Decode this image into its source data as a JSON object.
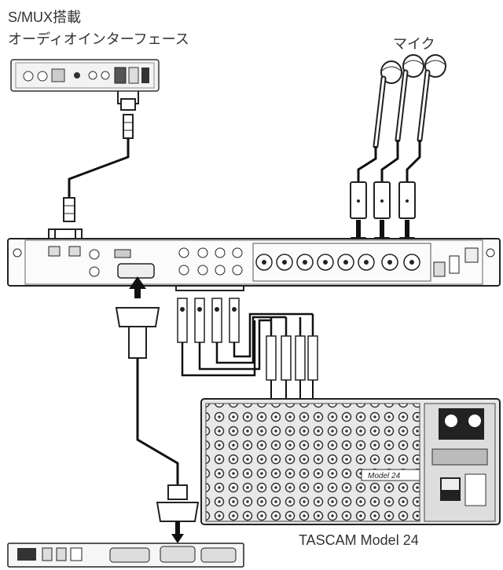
{
  "labels": {
    "interface_line1": "S/MUX搭載",
    "interface_line2": "オーディオインターフェース",
    "microphone": "マイク",
    "mixer": "TASCAM Model 24"
  },
  "mixer_panel_text": "Model 24",
  "devices": [
    "audio-interface",
    "rack-preamp",
    "microphone",
    "mixer",
    "bottom-rack-unit"
  ],
  "counts": {
    "microphones": 3,
    "line_cables": 4,
    "mixer_channels": 16
  }
}
